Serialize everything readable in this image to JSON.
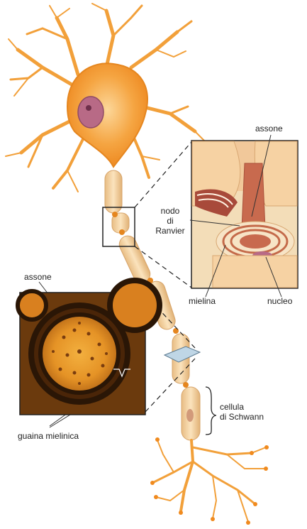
{
  "labels": {
    "assone_top": "assone",
    "nodo_line1": "nodo",
    "nodo_line2": "di",
    "nodo_line3": "Ranvier",
    "mielina": "mielina",
    "nucleo": "nucleo",
    "assone_left": "assone",
    "guaina": "guaina mielinica",
    "cellula_line1": "cellula",
    "cellula_line2": "di Schwann"
  },
  "colors": {
    "soma": "#f4a23c",
    "soma_light": "#fbd08a",
    "axon": "#f7d9a8",
    "axon_shadow": "#e2b77e",
    "nucleus": "#b86a86",
    "cross_section_bg": "#6b3a0d",
    "cross_section_ring": "#2a1606",
    "cross_section_core": "#e89a2c",
    "line": "#333333"
  }
}
